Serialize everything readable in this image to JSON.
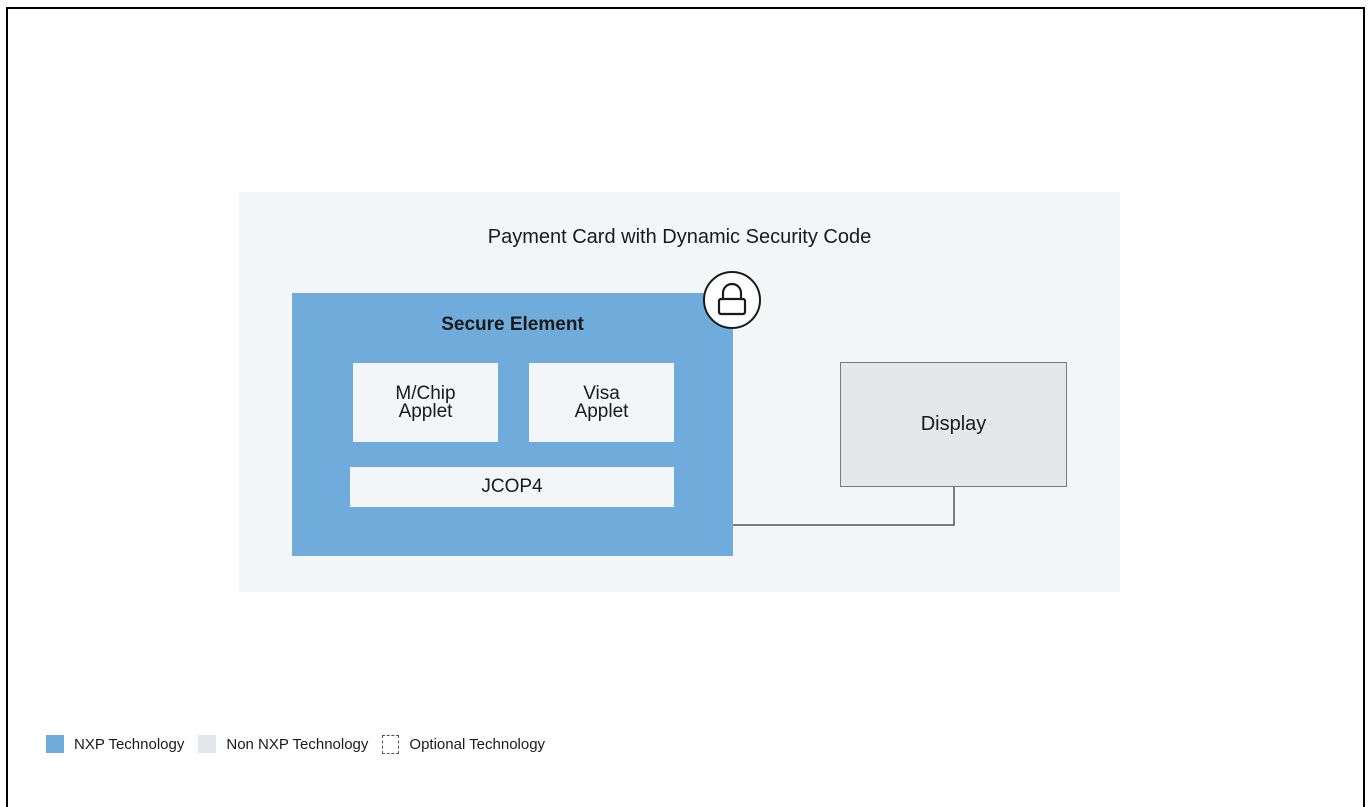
{
  "card": {
    "title": "Payment Card with Dynamic Security Code"
  },
  "secure_element": {
    "title": "Secure Element",
    "applets": [
      {
        "line1": "M/Chip",
        "line2": "Applet"
      },
      {
        "line1": "Visa",
        "line2": "Applet"
      }
    ],
    "os": "JCOP4"
  },
  "display": {
    "label": "Display"
  },
  "icons": {
    "lock": "lock-icon"
  },
  "colors": {
    "nxp": "#6facdc",
    "non_nxp": "#e4e8eb",
    "card_background": "#f4f5f7"
  },
  "legend": [
    {
      "label": "NXP Technology",
      "swatch": "nxp"
    },
    {
      "label": "Non NXP Technology",
      "swatch": "non-nxp"
    },
    {
      "label": "Optional Technology",
      "swatch": "optional"
    }
  ]
}
